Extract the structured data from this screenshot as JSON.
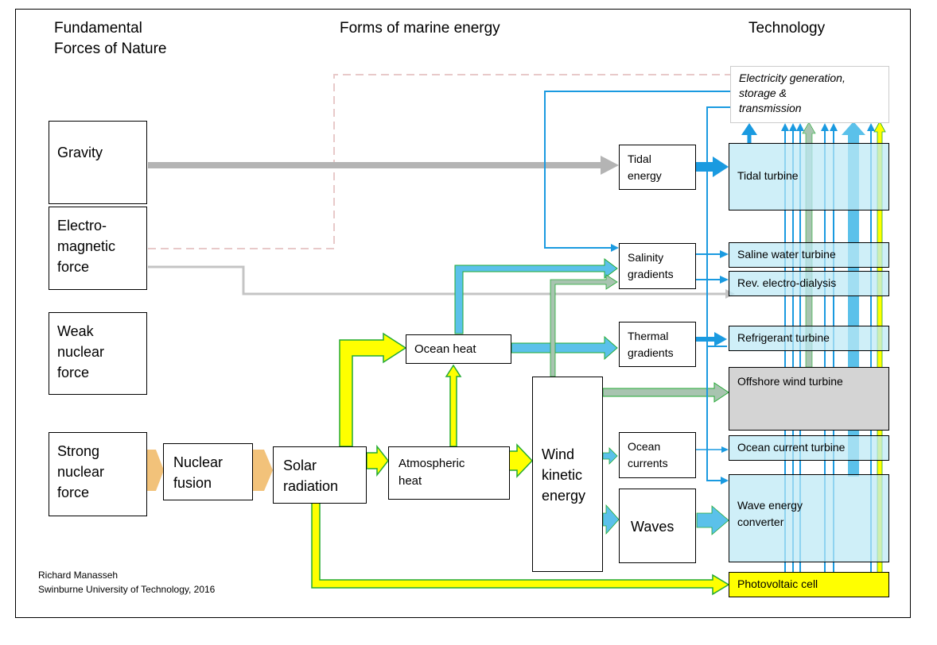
{
  "headers": {
    "col1_line1": "Fundamental",
    "col1_line2": "Forces of Nature",
    "col2": "Forms of marine energy",
    "col3": "Technology"
  },
  "forces": {
    "gravity": "Gravity",
    "electromagnetic": [
      "Electro-",
      "magnetic",
      "force"
    ],
    "weak": [
      "Weak",
      "nuclear",
      "force"
    ],
    "strong": [
      "Strong",
      "nuclear",
      "force"
    ]
  },
  "sources": {
    "fusion": [
      "Nuclear",
      "fusion"
    ],
    "solar": [
      "Solar",
      "radiation"
    ],
    "atmospheric": [
      "Atmospheric",
      "heat"
    ],
    "ocean_heat": "Ocean heat",
    "wind": [
      "Wind",
      "kinetic",
      "energy"
    ]
  },
  "forms": {
    "tidal": [
      "Tidal",
      "energy"
    ],
    "salinity": [
      "Salinity",
      "gradients"
    ],
    "thermal": [
      "Thermal",
      "gradients"
    ],
    "currents": [
      "Ocean",
      "currents"
    ],
    "waves": "Waves"
  },
  "technology": {
    "grid": [
      "Electricity generation,",
      "storage &",
      "transmission"
    ],
    "tidal_turbine": "Tidal turbine",
    "saline_turbine": "Saline water turbine",
    "electrodialysis": "Rev. electro-dialysis",
    "refrigerant": "Refrigerant turbine",
    "offshore_wind": "Offshore wind turbine",
    "current_turbine": "Ocean current turbine",
    "wave_converter": [
      "Wave energy",
      "converter"
    ],
    "photovoltaic": "Photovoltaic cell"
  },
  "credit": {
    "line1": "Richard Manasseh",
    "line2": "Swinburne University of Technology, 2016"
  },
  "colors": {
    "gravity_flow": "#b4b4b4",
    "em_flow": "#c4c4c4",
    "nuclear_flow": "#f2c27a",
    "solar_flow": "#ffff00",
    "solar_edge": "#22aa33",
    "ocean_flow": "#5bc1ea",
    "blue_line": "#1a9ae0",
    "wind_flow": "#a8c4b0",
    "tech_fill": "#bde9f5",
    "offshore_fill": "#d4d4d4",
    "pv_fill": "#ffff00",
    "dashed": "#e8c9c9"
  }
}
